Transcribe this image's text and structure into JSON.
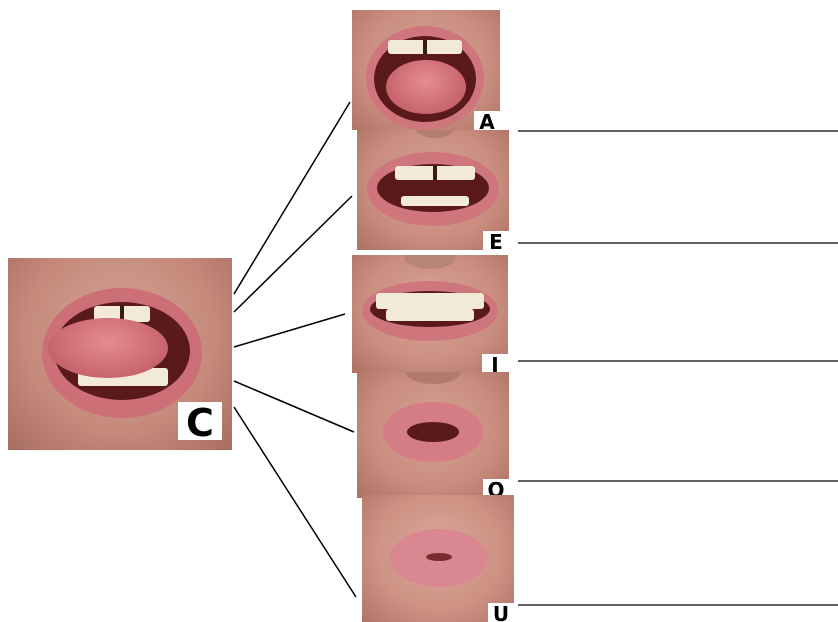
{
  "diagram": {
    "source_label": "C",
    "targets": [
      {
        "label": "A"
      },
      {
        "label": "E"
      },
      {
        "label": "I"
      },
      {
        "label": "O"
      },
      {
        "label": "U"
      }
    ]
  },
  "colors": {
    "skin": "#cf9a8c",
    "lip": "#d27d82",
    "line": "#000000"
  }
}
